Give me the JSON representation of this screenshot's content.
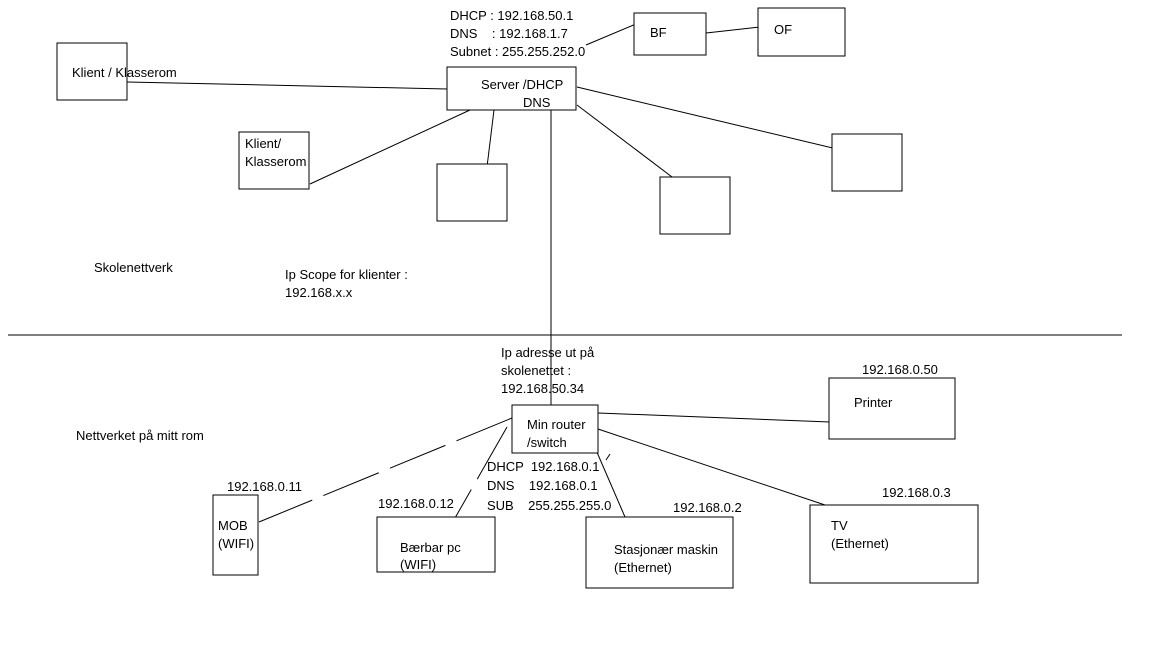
{
  "school_network": {
    "server_info": {
      "dhcp": "DHCP : 192.168.50.1",
      "dns": "DNS    : 192.168.1.7",
      "subnet": "Subnet : 255.255.252.0"
    },
    "server_label_1": "Server /DHCP",
    "server_label_2": "DNS",
    "bf_label": "BF",
    "of_label": "OF",
    "client1_label": "Klient / Klasserom",
    "client2_label_1": "Klient/",
    "client2_label_2": "Klasserom",
    "section_label": "Skolenettverk",
    "ip_scope_1": "Ip Scope for klienter :",
    "ip_scope_2": "192.168.x.x"
  },
  "home_network": {
    "section_label": "Nettverket på mitt rom",
    "uplink_1": "Ip adresse ut på",
    "uplink_2": "skolenettet :",
    "uplink_3": "192.168.50.34",
    "router_label_1": "Min router",
    "router_label_2": "/switch",
    "router_dhcp": "DHCP  192.168.0.1",
    "router_dns": "DNS    192.168.0.1",
    "router_sub": "SUB    255.255.255.0",
    "printer_ip": "192.168.0.50",
    "printer_label": "Printer",
    "mob_ip": "192.168.0.11",
    "mob_label_1": "MOB",
    "mob_label_2": "(WIFI)",
    "laptop_ip": "192.168.0.12",
    "laptop_label_1": "Bærbar pc",
    "laptop_label_2": "(WIFI)",
    "desktop_ip": "192.168.0.2",
    "desktop_label_1": "Stasjonær maskin",
    "desktop_label_2": "(Ethernet)",
    "tv_ip": "192.168.0.3",
    "tv_label_1": "TV",
    "tv_label_2": "(Ethernet)"
  }
}
